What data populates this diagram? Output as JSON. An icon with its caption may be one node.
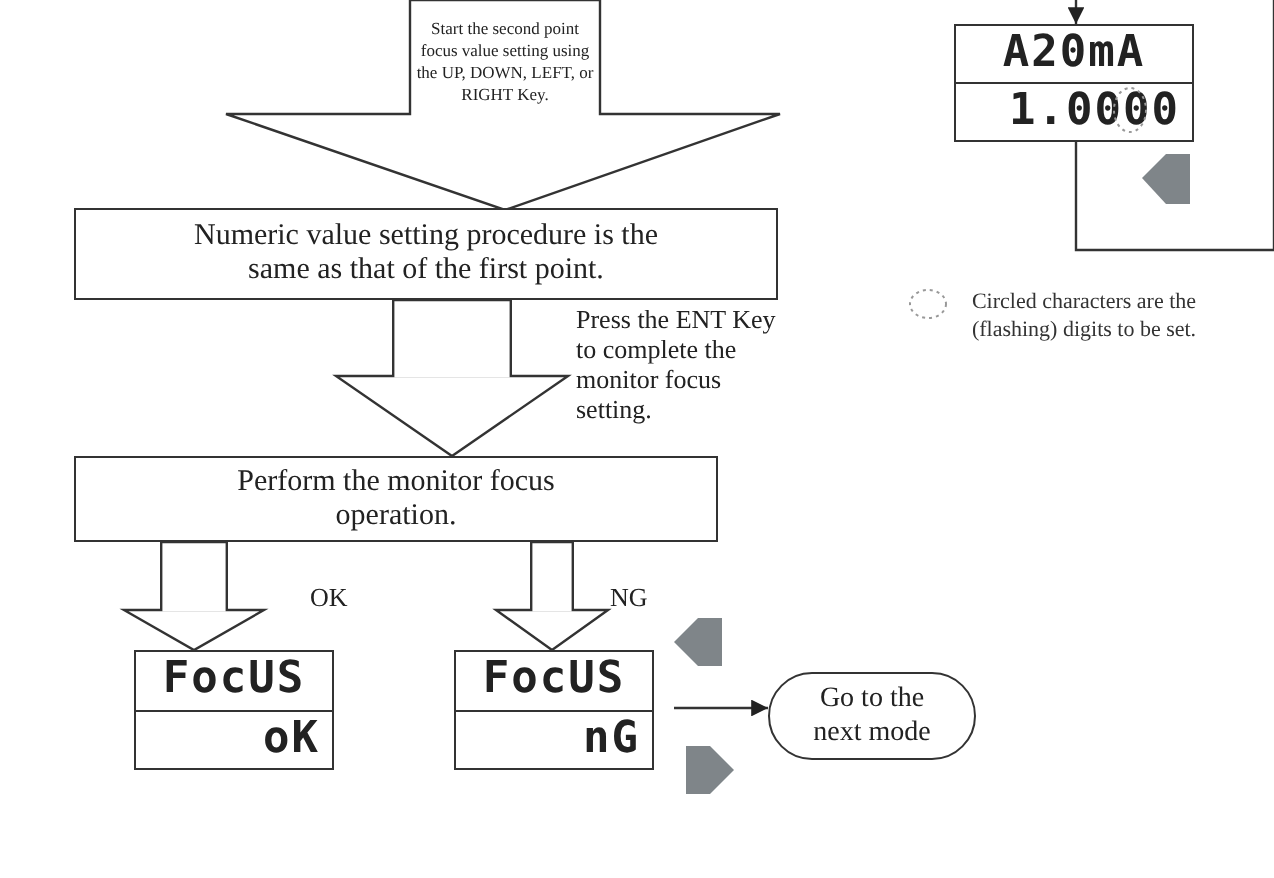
{
  "diagram": {
    "nodes": [
      {
        "text": [
          "Start the second point focus value setting using the UP, DOWN, LEFT, or RIGHT Key."
        ]
      },
      {
        "text": [
          "Numeric value setting procedure is the same as that of the first point."
        ]
      },
      {
        "text": [
          "Perform the monitor focus operation."
        ]
      },
      {
        "text": [
          "FocUS",
          "oK"
        ]
      },
      {
        "text": [
          "FocUS",
          "nG"
        ]
      },
      {
        "text": [
          "Go to the next mode"
        ]
      },
      {
        "text": [
          "A20mA",
          "1.0000"
        ]
      }
    ],
    "edges": [
      {
        "from": 1,
        "to": 2,
        "arrow": "to",
        "style": "thick",
        "label": "Press the ENT Key to complete the monitor focus setting."
      },
      {
        "from": 2,
        "to": 3,
        "arrow": "to",
        "style": "thick",
        "label": "OK"
      },
      {
        "from": 2,
        "to": 4,
        "arrow": "to",
        "style": "thick",
        "label": "NG"
      },
      {
        "from": 4,
        "to": 5,
        "arrow": "to"
      },
      {
        "from": null,
        "to": 6,
        "arrow": "to"
      },
      {
        "from": 6,
        "to": null,
        "arrow": "none"
      }
    ],
    "legend": [
      {
        "text": "Circled characters are the (flashing) digits to be set."
      }
    ]
  }
}
